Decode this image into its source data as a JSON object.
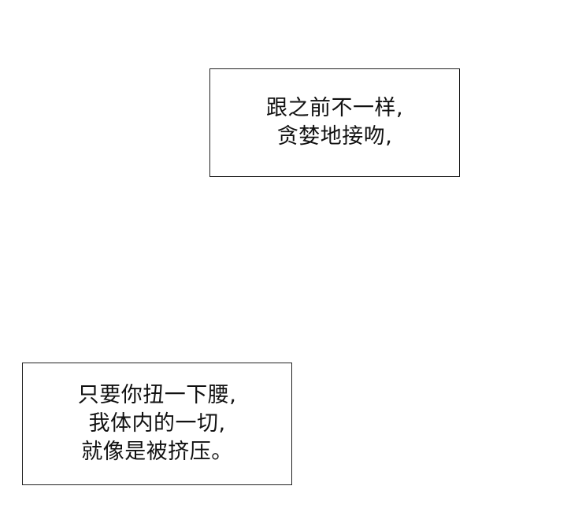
{
  "captions": [
    {
      "lines": [
        "跟之前不一样,",
        "贪婪地接吻,"
      ]
    },
    {
      "lines": [
        "只要你扭一下腰,",
        "我体内的一切,",
        "就像是被挤压。"
      ]
    }
  ],
  "colors": {
    "background": "#ffffff",
    "border": "#222222",
    "text": "#111111"
  }
}
